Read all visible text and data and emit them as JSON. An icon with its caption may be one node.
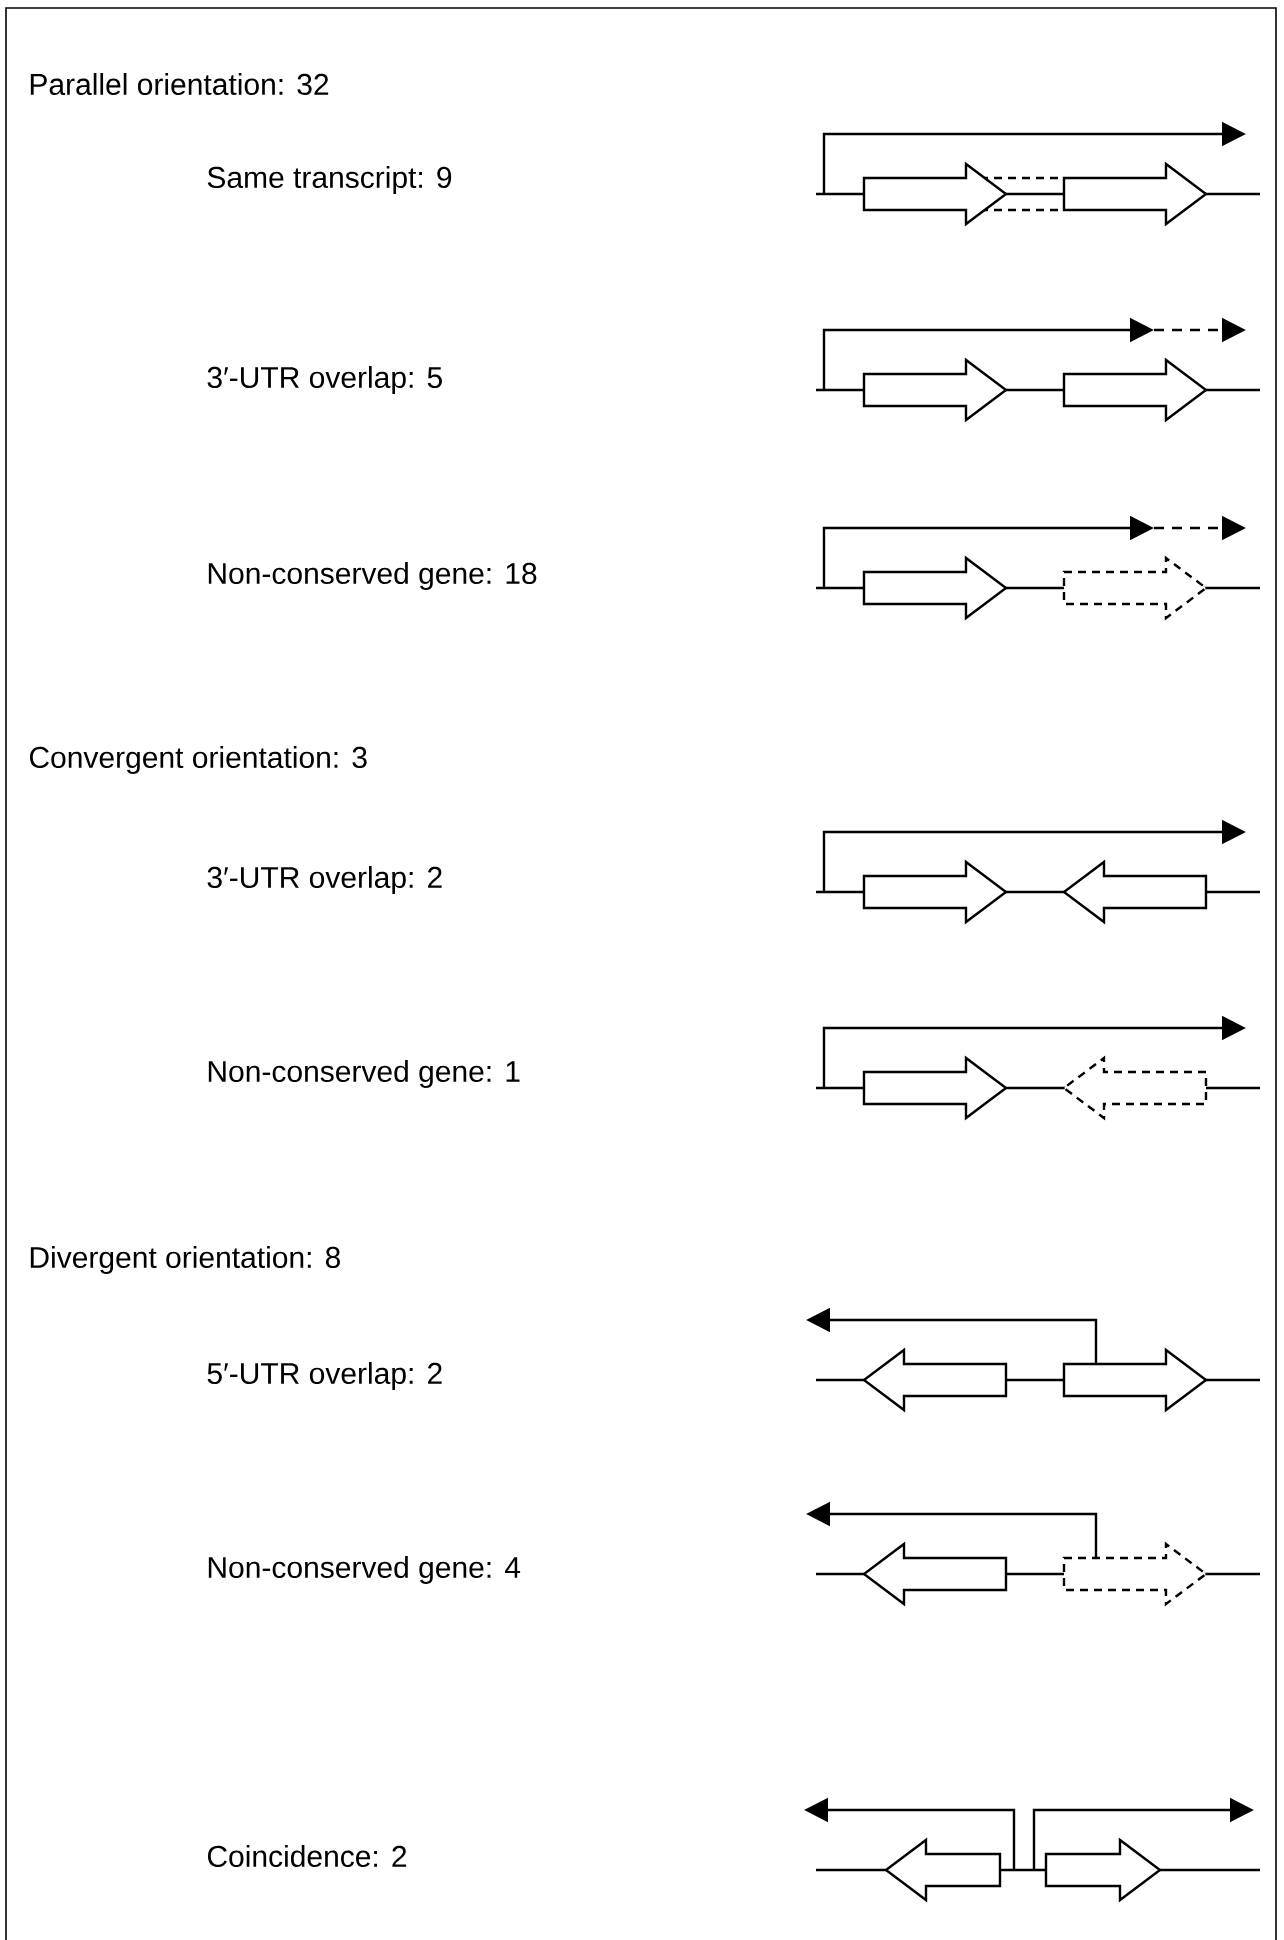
{
  "diagram": {
    "labels": [
      "Parallel orientation: 32",
      "Same transcript: 9",
      "3′-UTR overlap: 5",
      "Non-conserved gene: 18",
      "Convergent orientation: 3",
      "3′-UTR overlap: 2",
      "Non-conserved gene: 1",
      "Divergent orientation: 8",
      "5′-UTR overlap: 2",
      "Non-conserved gene: 4",
      "Coincidence: 2"
    ]
  }
}
